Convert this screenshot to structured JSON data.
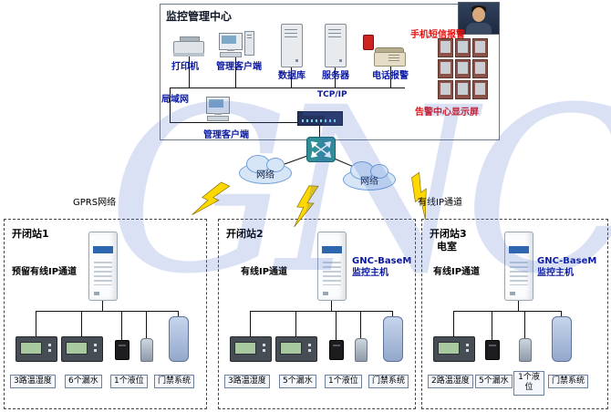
{
  "watermark": "GNC",
  "management_center": {
    "title": "监控管理中心",
    "printer_label": "打印机",
    "client1_label": "管理客户端",
    "database_label": "数据库",
    "server_label": "服务器",
    "phone_alarm_label": "电话报警",
    "sms_alarm_label": "手机短信报警",
    "display_wall_label": "告警中心显示屏",
    "tcpip_label": "TCP/IP",
    "lan_label": "局域网",
    "client2_label": "管理客户端"
  },
  "network": {
    "left_cloud_label": "网络",
    "right_cloud_label": "网络",
    "gprs_label": "GPRS网络",
    "wired_ip_label": "有线IP通道"
  },
  "stations": [
    {
      "title": "开闭站1",
      "subtitle": "",
      "channel_label": "预留有线IP通道",
      "host_line1": "",
      "host_line2": "",
      "sensor1": "3路温湿度",
      "sensor2": "6个漏水",
      "sensor3": "1个液位",
      "sensor4": "门禁系统"
    },
    {
      "title": "开闭站2",
      "subtitle": "",
      "channel_label": "有线IP通道",
      "host_line1": "GNC-BaseM",
      "host_line2": "监控主机",
      "sensor1": "3路温湿度",
      "sensor2": "5个漏水",
      "sensor3": "1个液位",
      "sensor4": "门禁系统"
    },
    {
      "title": "开闭站3",
      "subtitle": "电室",
      "channel_label": "有线IP通道",
      "host_line1": "GNC-BaseM",
      "host_line2": "监控主机",
      "sensor1": "2路温湿度",
      "sensor2": "5个漏水",
      "sensor3": "1个液位",
      "sensor4": "门禁系统"
    }
  ]
}
